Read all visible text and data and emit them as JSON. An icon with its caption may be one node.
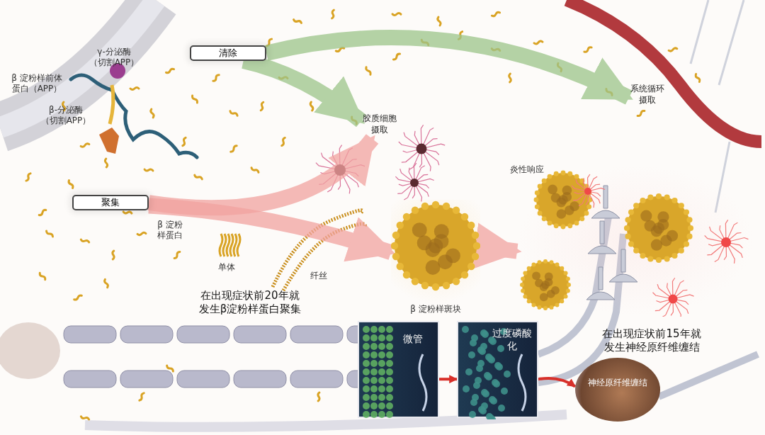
{
  "diagram": {
    "nodes": [
      {
        "text": [
          "清除"
        ]
      },
      {
        "text": [
          "聚集"
        ]
      },
      {
        "text": [
          "系统循环摄取"
        ]
      },
      {
        "text": [
          "胶质细胞摄取"
        ]
      },
      {
        "text": [
          "β 淀粉样斑块"
        ]
      },
      {
        "text": [
          "炎性响应"
        ]
      },
      {
        "text": [
          "微管"
        ]
      },
      {
        "text": [
          "过度磷酸化"
        ]
      },
      {
        "text": [
          "神经原纤维缠结"
        ]
      }
    ],
    "edges": [
      {
        "from": 0,
        "to": 2,
        "arrow": "to",
        "color": "#9cc58a"
      },
      {
        "from": 0,
        "to": 3,
        "arrow": "to",
        "color": "#9cc58a"
      },
      {
        "from": 1,
        "to": 3,
        "arrow": "to",
        "color": "#f2a3a0"
      },
      {
        "from": 1,
        "to": 4,
        "arrow": "to",
        "color": "#f2a3a0"
      },
      {
        "from": 4,
        "to": 5,
        "arrow": "to",
        "color": "#f2a3a0"
      },
      {
        "from": 6,
        "to": 7,
        "arrow": "to",
        "color": "#d8302a"
      },
      {
        "from": 7,
        "to": 8,
        "arrow": "to",
        "color": "#d8302a"
      }
    ],
    "labels": [
      "γ-分泌酶（切割APP）",
      "β 淀粉样前体蛋白（APP）",
      "β-分泌酶（切割APP）",
      "β 淀粉样蛋白",
      "单体",
      "纤丝",
      "在出现症状前20年就发生β淀粉样蛋白聚集",
      "在出现症状前15年就发生神经原纤维缠结"
    ]
  }
}
